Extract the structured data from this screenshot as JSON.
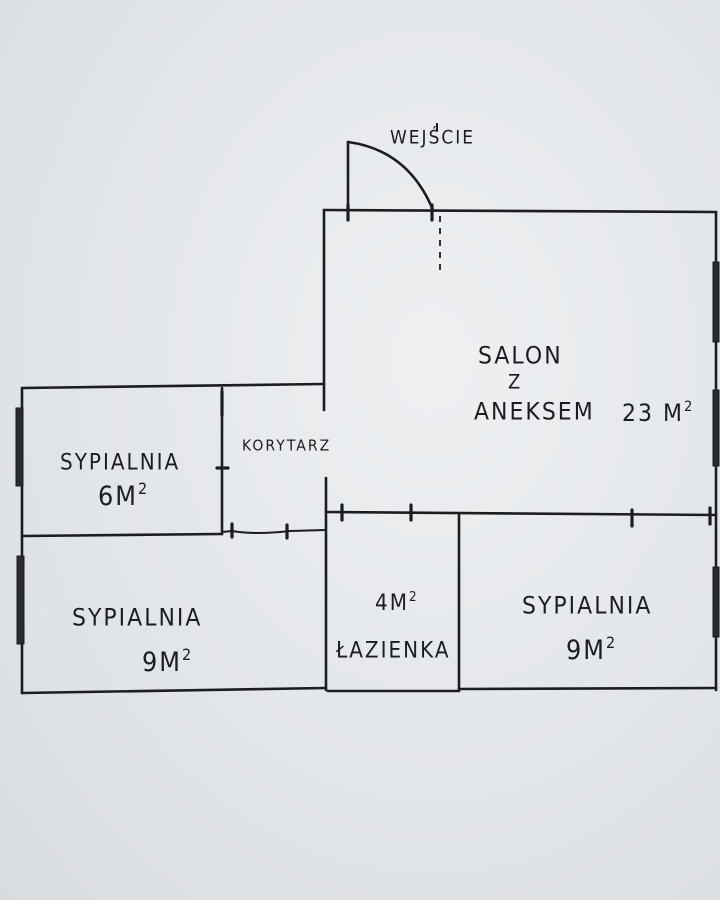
{
  "plan": {
    "entrance_label": "WEJŚCIE",
    "rooms": [
      {
        "id": "salon",
        "name_line1": "SALON",
        "name_line2": "Z",
        "name_line3": "ANEKSEM",
        "area": "23 M",
        "unit_sup": "2"
      },
      {
        "id": "korytarz",
        "name": "KORYTARZ"
      },
      {
        "id": "sypialnia-6",
        "name": "SYPIALNIA",
        "area": "6M",
        "unit_sup": "2"
      },
      {
        "id": "sypialnia-9-left",
        "name": "SYPIALNIA",
        "area": "9M",
        "unit_sup": "2"
      },
      {
        "id": "lazienka",
        "name": "ŁAZIENKA",
        "area": "4M",
        "unit_sup": "2"
      },
      {
        "id": "sypialnia-9-right",
        "name": "SYPIALNIA",
        "area": "9M",
        "unit_sup": "2"
      }
    ]
  },
  "colors": {
    "paper": "#e4e7ea",
    "ink": "#1c1d20"
  }
}
